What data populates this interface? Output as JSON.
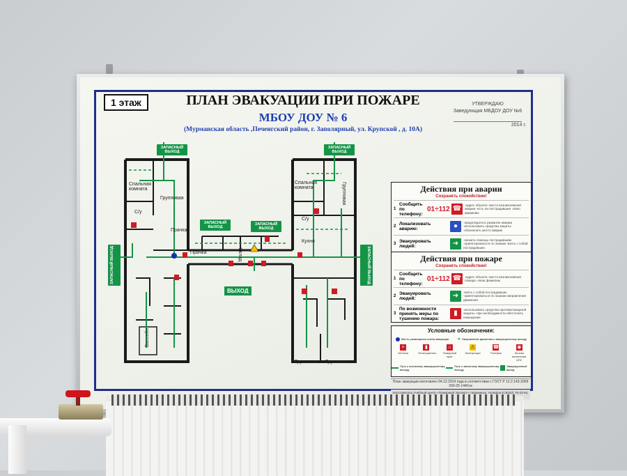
{
  "poster": {
    "floor": "1 этаж",
    "title": "ПЛАН ЭВАКУАЦИИ ПРИ ПОЖАРЕ",
    "subtitle": "МБОУ ДОУ № 6",
    "address": "(Мурманская область ,Печенгский район, г. Заполярный, ул. Крупской , д. 10А)",
    "approve_title": "УТВЕРЖДАЮ",
    "approve_role": "Заведующая МБДОУ ДОУ №6",
    "approve_year": "2014 г."
  },
  "plan": {
    "exit_labels": [
      "ЗАПАСНЫЙ ВЫХОД",
      "ЗАПАСНЫЙ ВЫХОД",
      "ЗАПАСНЫЙ ВЫХОД",
      "ЗАПАСНЫЙ ВЫХОД",
      "ЗАПАСНЫЙ ВЫХОД",
      "ЗАПАСНЫЙ ВЫХОД"
    ],
    "main_exit": "ВЫХОД",
    "rooms": {
      "bedroom_left": "Спальная комната",
      "group_left": "Групповая",
      "wc_left": "С/у",
      "laundry1": "Прачка",
      "laundry2": "Прачка",
      "storage": "Склад",
      "bedroom_right": "Спальная комната",
      "group_right": "Групповая",
      "wc_right": "С/у",
      "kitchen": "Кухня",
      "pool": "Бассейн",
      "group_bottom1": "Групповая",
      "group_bottom2": "Групповая"
    }
  },
  "accident": {
    "heading": "Действия при аварии",
    "keep_calm": "Сохранять спокойствие!",
    "step1_label": "Сообщить по телефону:",
    "step1_phone": "01÷112",
    "step1_notes": "-адрес объекта -место возникновения аварии -есть ли пострадавшие -свою фамилию",
    "step2_label": "Локализовать аварию:",
    "step2_notes": "-предотвратить развитие аварии -использовать средства защиты -обозначить место аварии",
    "step3_label": "Эвакуировать людей:",
    "step3_notes": "-оказать помощь пострадавшим -ориентироваться по знакам -взять с собой пострадавших"
  },
  "fire": {
    "heading": "Действия при пожаре",
    "keep_calm": "Сохранять спокойствие!",
    "step1_label": "Сообщить по телефону:",
    "step1_phone": "01÷112",
    "step1_notes": "-адрес объекта -место возникновения пожара -свою фамилию",
    "step2_label": "Эвакуировать людей:",
    "step2_notes": "-взять с собой пострадавших -ориентироваться по знакам направления движения",
    "step3_label": "По возможности принять меры по тушению пожара:",
    "step3_notes": "-использовать средства противопожарной защиты -при необходимости обесточить помещение"
  },
  "legend": {
    "heading": "Условные обозначения:",
    "items": [
      "Аптечка",
      "Огнетушитель",
      "Пожарный кран",
      "Электрощит",
      "Телефон",
      "Кнопка включения АПС"
    ],
    "you_are_here": "Место размещения плана эвакуации",
    "direction": "Направление движения к эвакуационному выходу",
    "path_main": "Путь к основному эвакуационному выходу",
    "path_reserve": "Путь к запасному эвакуационному выходу",
    "reserve_exit": "Эвакуационный выход"
  },
  "footer": {
    "line1": "План эвакуации изготовлен 04.12.2014 года в соответствии с ГОСТ Р 12.2.143-2009 200-25-1440-м",
    "line2": "Изготовитель Учебный центр «Пожарный Эксперт» г.Мурманск, телефон 8 (8152) 78-23-84, 78-02-84, сайт: www.murmangs.ru"
  },
  "colors": {
    "border_blue": "#1f2f8a",
    "exit_green": "#149447",
    "danger_red": "#d01a24",
    "radiator_valve": "#d1131c"
  }
}
